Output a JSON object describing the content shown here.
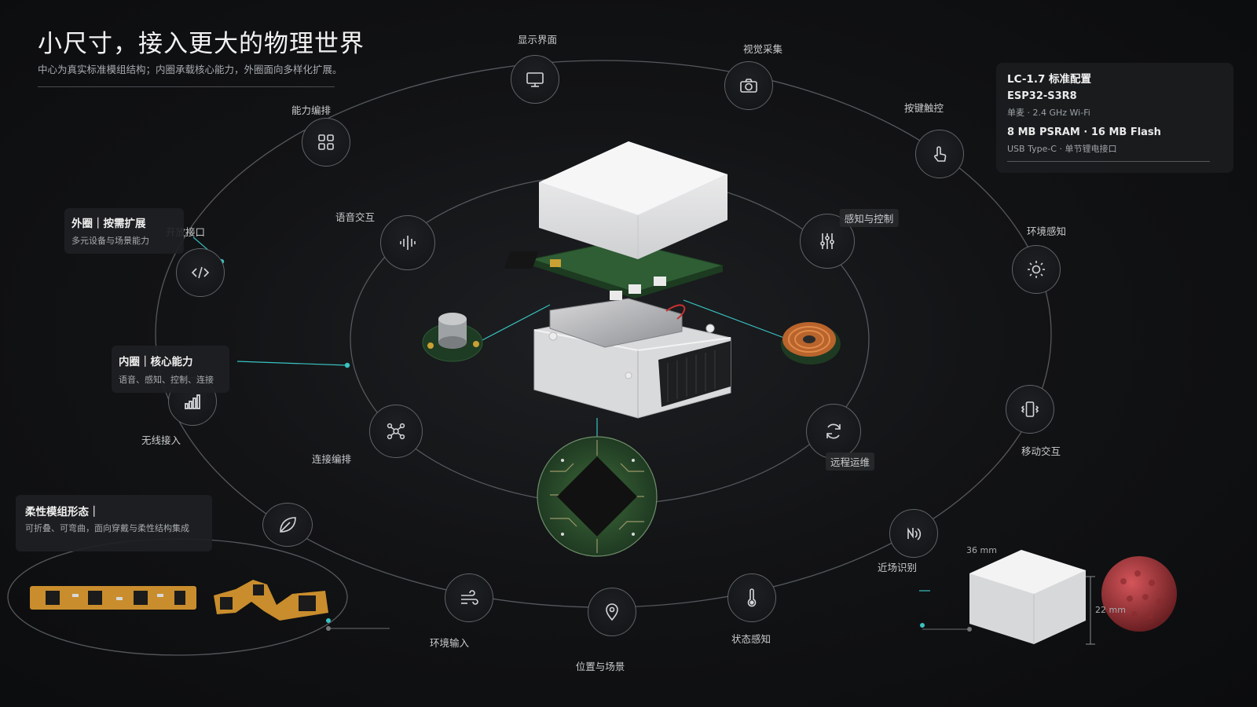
{
  "header": {
    "title": "小尺寸，接入更大的物理世界",
    "subtitle": "中心为真实标准模组结构；内圈承载核心能力，外圈面向多样化扩展。"
  },
  "outer_ring": [
    {
      "label": "显示界面",
      "icon": "monitor-icon"
    },
    {
      "label": "视觉采集",
      "icon": "camera-icon"
    },
    {
      "label": "按键触控",
      "icon": "touch-icon"
    },
    {
      "label": "环境感知",
      "icon": "sun-icon"
    },
    {
      "label": "移动交互",
      "icon": "phone-vibrate-icon"
    },
    {
      "label": "近场识别",
      "icon": "nfc-icon"
    },
    {
      "label": "状态感知",
      "icon": "thermometer-icon"
    },
    {
      "label": "位置与场景",
      "icon": "location-pin-icon"
    },
    {
      "label": "环境输入",
      "icon": "wind-icon"
    },
    {
      "label": "无线接入",
      "icon": "signal-bars-icon"
    },
    {
      "label": "开放接口",
      "icon": "code-icon"
    },
    {
      "label": "能力编排",
      "icon": "grid-icon"
    }
  ],
  "inner_ring": [
    {
      "label": "语音交互",
      "icon": "waveform-icon"
    },
    {
      "label": "感知与控制",
      "icon": "sliders-icon"
    },
    {
      "label": "远程运维",
      "icon": "refresh-icon"
    },
    {
      "label": "连接编排",
      "icon": "network-icon"
    }
  ],
  "callouts": {
    "outer": {
      "title": "外圈｜按需扩展",
      "sub": "多元设备与场景能力"
    },
    "inner": {
      "title": "内圈｜核心能力",
      "sub": "语音、感知、控制、连接"
    },
    "flex": {
      "title": "柔性模组形态｜",
      "sub": "可折叠、可弯曲，面向穿戴与柔性结构集成",
      "icon": "leaf-icon"
    }
  },
  "spec": {
    "title": "LC-1.7 标准配置",
    "chip": "ESP32-S3R8",
    "chip_sub": "单麦 · 2.4 GHz Wi-Fi",
    "memory": "8 MB PSRAM · 16 MB Flash",
    "memory_sub": "USB Type-C · 单节锂电接口"
  },
  "dimensions": {
    "width": "36 mm",
    "height": "22 mm"
  },
  "colors": {
    "accent": "#39c3c3",
    "ring": "#5a5e62",
    "background": "#0d0e10"
  }
}
